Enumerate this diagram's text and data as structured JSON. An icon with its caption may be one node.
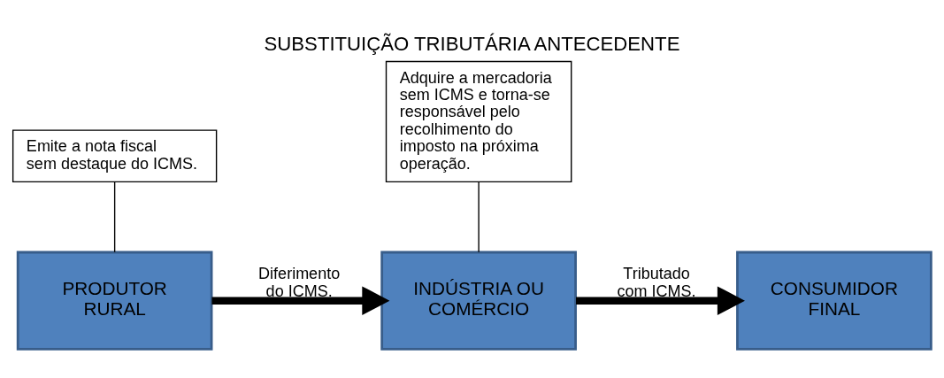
{
  "diagram": {
    "title": "SUBSTITUIÇÃO TRIBUTÁRIA ANTECEDENTE",
    "nodes": [
      {
        "text": [
          "Emite a nota fiscal sem destaque do ICMS."
        ]
      },
      {
        "text": [
          "Adquire a mercadoria sem ICMS e torna-se responsável pelo recolhimento do imposto na próxima operação."
        ]
      },
      {
        "text": [
          "PRODUTOR RURAL"
        ]
      },
      {
        "text": [
          "INDÚSTRIA OU COMÉRCIO"
        ]
      },
      {
        "text": [
          "CONSUMIDOR FINAL"
        ]
      }
    ],
    "edges": [
      {
        "from": 0,
        "to": 2,
        "arrow": "none"
      },
      {
        "from": 1,
        "to": 3,
        "arrow": "none"
      },
      {
        "from": 2,
        "to": 3,
        "arrow": "to",
        "label": "Diferimento do ICMS.",
        "style": "thick"
      },
      {
        "from": 3,
        "to": 4,
        "arrow": "to",
        "label": "Tributado com ICMS.",
        "style": "thick"
      }
    ]
  }
}
